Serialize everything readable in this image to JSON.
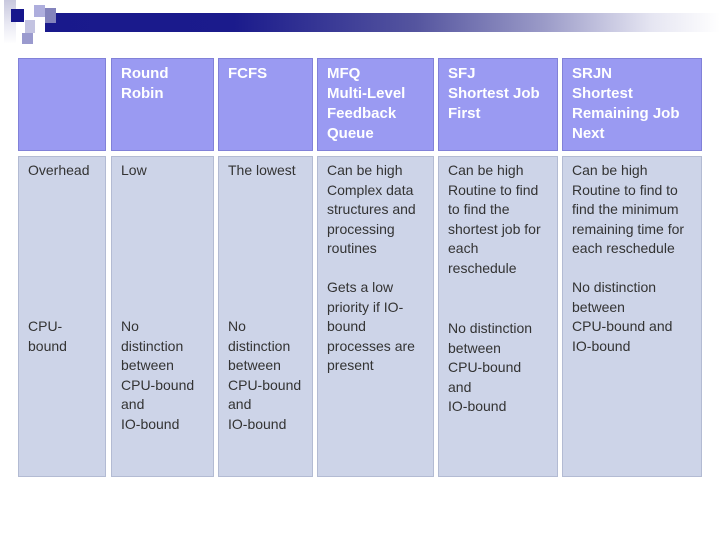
{
  "slide": {
    "background_color": "#ffffff",
    "banner_colors": {
      "navy": "#16168c",
      "periwinkle": "#aeaedd",
      "slate": "#8383bc",
      "light_lavender": "#c3c3e1",
      "mid_lavender": "#9a9ace"
    }
  },
  "table": {
    "header_bg_color": "#9a9af2",
    "header_text_color": "#ffffff",
    "body_bg_color": "#cdd4e8",
    "body_text_color": "#333333",
    "row_labels": [
      "Overhead",
      "CPU-bound"
    ],
    "columns": [
      {
        "id": "row-labels",
        "header": "",
        "p1": "Overhead",
        "p2": "CPU-\nbound"
      },
      {
        "id": "round-robin",
        "header": "Round\nRobin",
        "p1": "Low",
        "p2": "No\ndistinction\nbetween\nCPU-bound\nand\nIO-bound"
      },
      {
        "id": "fcfs",
        "header": "FCFS",
        "p1": "The lowest",
        "p2": "No\ndistinction\nbetween\nCPU-bound\nand\nIO-bound"
      },
      {
        "id": "mfq",
        "header": "MFQ\nMulti-Level\nFeedback\nQueue",
        "p1": "Can be high\nComplex data\nstructures and\nprocessing\nroutines",
        "p2": "Gets a low\npriority if IO-\nbound\nprocesses are\npresent"
      },
      {
        "id": "sfj",
        "header": "SFJ\nShortest Job\nFirst",
        "p1": "Can be high\nRoutine to find\nto find the\nshortest job for\neach\nreschedule",
        "p2": "No distinction\nbetween\nCPU-bound\nand\nIO-bound"
      },
      {
        "id": "srjn",
        "header": "SRJN\nShortest\nRemaining Job\nNext",
        "p1": "Can be high\nRoutine to find to\nfind the minimum\nremaining time for\neach reschedule",
        "p2": "No distinction\nbetween\nCPU-bound and\nIO-bound"
      }
    ]
  }
}
